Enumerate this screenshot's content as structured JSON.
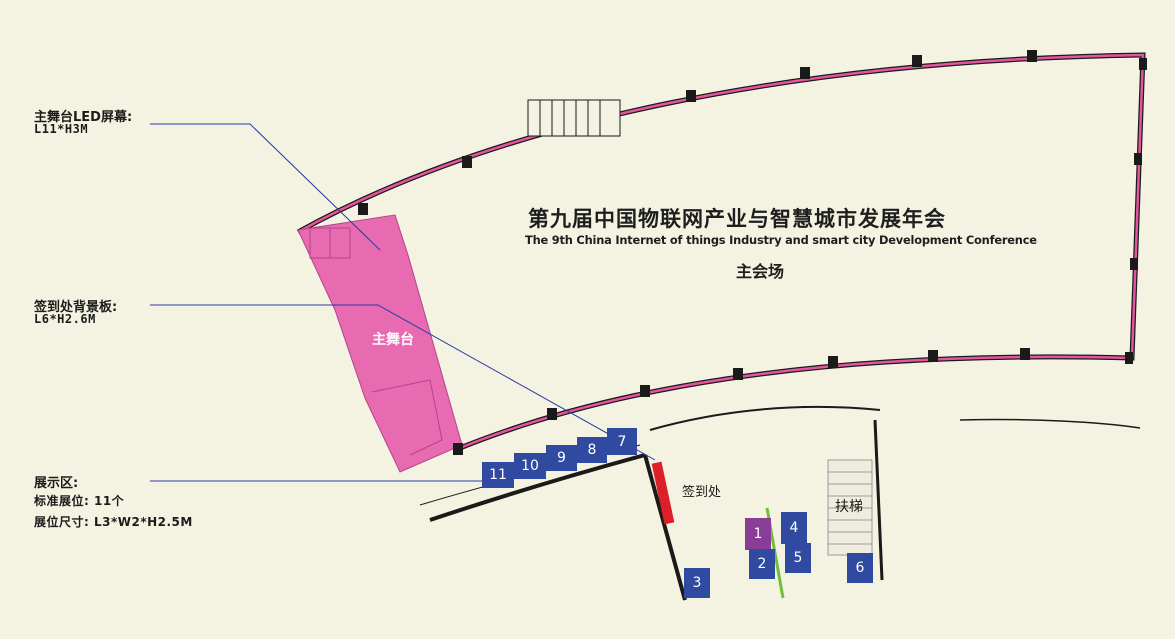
{
  "venue": {
    "title_zh": "第九届中国物联网产业与智慧城市发展年会",
    "title_en": "The 9th China Internet of things Industry and smart city Development Conference",
    "hall_name": "主会场"
  },
  "callouts": {
    "led_title": "主舞台LED屏幕:",
    "led_size": "L11*H3M",
    "signin_board_title": "签到处背景板:",
    "signin_board_size": "L6*H2.6M",
    "exhibit_title": "展示区:",
    "exhibit_count": "标准展位: 11个",
    "exhibit_size": "展位尺寸: L3*W2*H2.5M"
  },
  "areas": {
    "main_stage": "主舞台",
    "signin_desk": "签到处",
    "escalator": "扶梯"
  },
  "booths": [
    {
      "label": "11",
      "color": "blue"
    },
    {
      "label": "10",
      "color": "blue"
    },
    {
      "label": "9",
      "color": "blue"
    },
    {
      "label": "8",
      "color": "blue"
    },
    {
      "label": "7",
      "color": "blue"
    },
    {
      "label": "1",
      "color": "purple"
    },
    {
      "label": "2",
      "color": "blue"
    },
    {
      "label": "3",
      "color": "blue"
    },
    {
      "label": "4",
      "color": "blue"
    },
    {
      "label": "5",
      "color": "blue"
    },
    {
      "label": "6",
      "color": "blue"
    }
  ],
  "colors": {
    "background": "#f4f3e2",
    "wall": "#e5559f",
    "stage": "#e86bb1",
    "booth_blue": "#2f4aa0",
    "booth_purple": "#8a3d97",
    "signin_desk": "#dd1f2a",
    "leader_line": "#2b3aa8",
    "divider_green": "#6fbf3a"
  }
}
